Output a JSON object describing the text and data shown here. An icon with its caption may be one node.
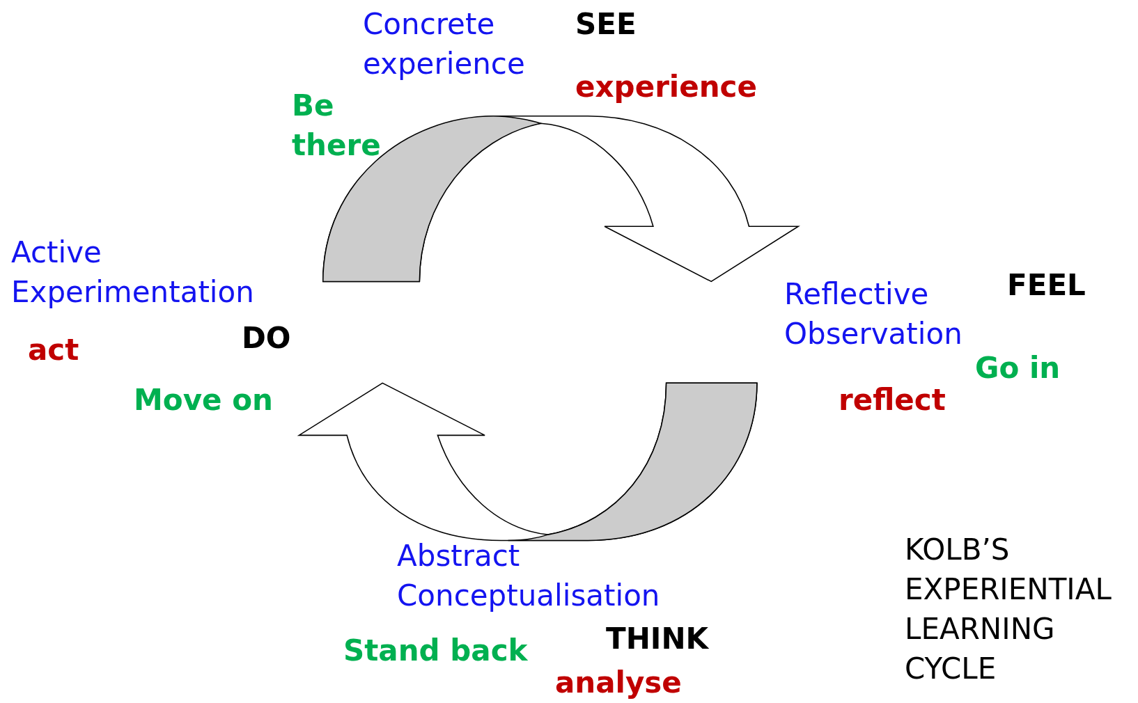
{
  "diagram": {
    "title": "KOLB’S EXPERIENTIAL LEARNING CYCLE",
    "nodes": [
      {
        "text": [
          "Concrete experience"
        ],
        "beside": [
          "SEE",
          "experience",
          "Be there"
        ]
      },
      {
        "text": [
          "Active Experimentation"
        ],
        "beside": [
          "DO",
          "act",
          "Move on"
        ]
      },
      {
        "text": [
          "Reflective Observation"
        ],
        "beside": [
          "FEEL",
          "Go in",
          "reflect"
        ]
      },
      {
        "text": [
          "Abstract Conceptualisation"
        ],
        "beside": [
          "Stand back",
          "THINK",
          "analyse"
        ]
      }
    ],
    "edges": [
      {
        "from": 1,
        "to": 2,
        "arrow": "to"
      },
      {
        "from": 2,
        "to": 1,
        "arrow": "to"
      }
    ]
  }
}
